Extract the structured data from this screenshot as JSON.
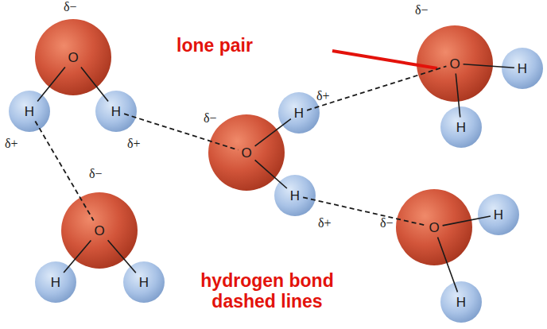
{
  "diagram": {
    "nodes": [
      {
        "text": [
          "O"
        ]
      },
      {
        "text": [
          "H"
        ]
      },
      {
        "text": [
          "H"
        ]
      },
      {
        "text": [
          "O"
        ]
      },
      {
        "text": [
          "H"
        ]
      },
      {
        "text": [
          "H"
        ]
      },
      {
        "text": [
          "O"
        ]
      },
      {
        "text": [
          "H"
        ]
      },
      {
        "text": [
          "H"
        ]
      },
      {
        "text": [
          "O"
        ]
      },
      {
        "text": [
          "H"
        ]
      },
      {
        "text": [
          "H"
        ]
      },
      {
        "text": [
          "O"
        ]
      },
      {
        "text": [
          "H"
        ]
      },
      {
        "text": [
          "H"
        ]
      }
    ],
    "edges": [
      {
        "from": 0,
        "to": 1,
        "arrow": "none"
      },
      {
        "from": 0,
        "to": 2,
        "arrow": "none"
      },
      {
        "from": 3,
        "to": 4,
        "arrow": "none"
      },
      {
        "from": 3,
        "to": 5,
        "arrow": "none"
      },
      {
        "from": 6,
        "to": 7,
        "arrow": "none"
      },
      {
        "from": 6,
        "to": 8,
        "arrow": "none"
      },
      {
        "from": 9,
        "to": 10,
        "arrow": "none"
      },
      {
        "from": 9,
        "to": 11,
        "arrow": "none"
      },
      {
        "from": 12,
        "to": 13,
        "arrow": "none"
      },
      {
        "from": 12,
        "to": 14,
        "arrow": "none"
      },
      {
        "from": 2,
        "to": 6,
        "arrow": "none"
      },
      {
        "from": 1,
        "to": 3,
        "arrow": "none"
      },
      {
        "from": 7,
        "to": 9,
        "arrow": "none"
      },
      {
        "from": 8,
        "to": 12,
        "arrow": "none"
      }
    ],
    "labels": [
      "δ−",
      "δ+",
      "δ+",
      "δ−",
      "δ−",
      "δ+",
      "δ+",
      "δ−",
      "δ−",
      "lone pair",
      "hydrogen bond dashed lines"
    ]
  }
}
